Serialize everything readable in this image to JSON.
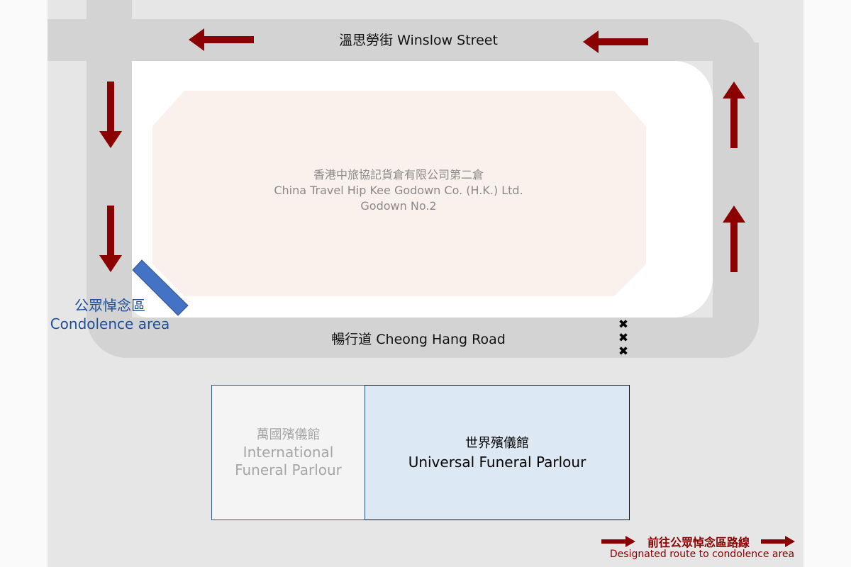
{
  "map": {
    "streets": {
      "top": {
        "label": "溫思勞街 Winslow Street"
      },
      "bottom": {
        "label": "暢行道 Cheong Hang Road"
      }
    },
    "godown": {
      "name_zh": "香港中旅協記貨倉有限公司第二倉",
      "name_en": "China Travel Hip Kee Godown Co. (H.K.) Ltd.",
      "subtitle": "Godown No.2",
      "fill_color": "#fbf1ec"
    },
    "condolence_area": {
      "label_zh": "公眾悼念區",
      "label_en": "Condolence area",
      "color": "#4472c4"
    },
    "parlours": [
      {
        "name_zh": "萬國殯儀館",
        "name_en_line1": "International",
        "name_en_line2": "Funeral Parlour",
        "fill_color": "#f4f4f4"
      },
      {
        "name_zh": "世界殯儀館",
        "name_en": "Universal Funeral Parlour",
        "fill_color": "#dde8f5"
      }
    ],
    "road_block": {
      "icon": "xxx-barrier-icon",
      "marks": [
        "✖",
        "✖",
        "✖"
      ]
    },
    "route_arrows": {
      "color": "#8b0000",
      "directions": [
        "left",
        "left",
        "down",
        "down",
        "up",
        "up"
      ]
    },
    "legend": {
      "label_zh": "前往公眾悼念區路線",
      "label_en": "Designated route to condolence area",
      "color": "#8b0000"
    }
  }
}
